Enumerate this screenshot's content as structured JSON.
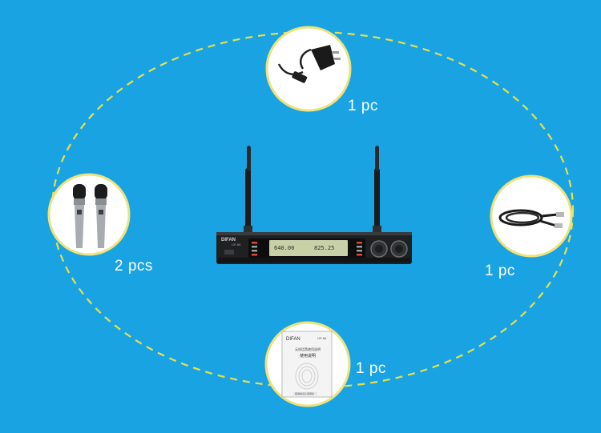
{
  "accessories": {
    "adapter": {
      "quantity": "1 pc",
      "icon": "power-adapter-icon"
    },
    "microphones": {
      "quantity": "2 pcs",
      "icon": "handheld-microphone-icon"
    },
    "cable": {
      "quantity": "1 pc",
      "icon": "audio-cable-icon"
    },
    "manual": {
      "quantity": "1 pc",
      "icon": "user-manual-icon",
      "brand": "DIFAN",
      "model": "UP-88",
      "cn_line1": "无线话筒使用说明",
      "cn_title": "使用说明",
      "cn_footer": "使用前请认真阅读"
    }
  },
  "receiver": {
    "brand": "DIFAN",
    "model": "UP-88",
    "display_a": "640.00",
    "display_b": "825.25"
  },
  "colors": {
    "background": "#1aa3e3",
    "dash": "#e8e04a",
    "circle_border": "#efe27a",
    "label_text": "#ffffff"
  }
}
